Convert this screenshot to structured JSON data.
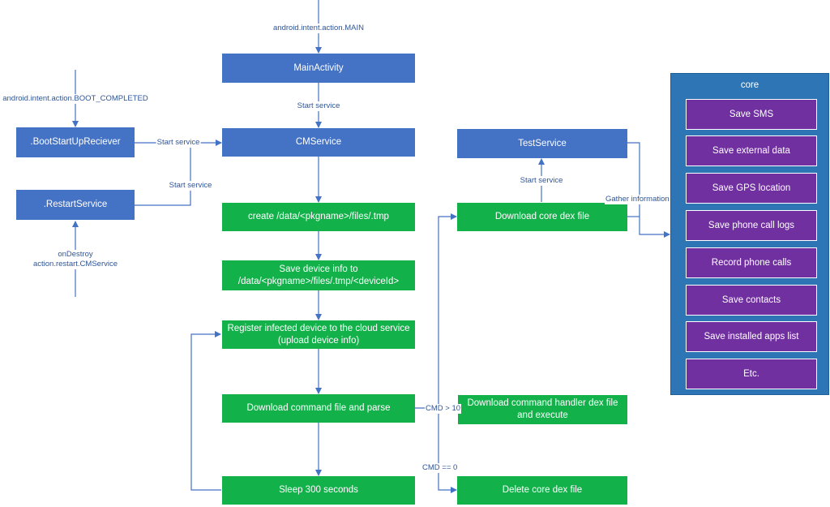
{
  "colors": {
    "blue_box": "#4472c4",
    "green_box": "#12b14a",
    "purple_box": "#7030a0",
    "core_panel": "#2e75b6",
    "arrow": "#4472c4",
    "label_text": "#2f5597"
  },
  "boxes": {
    "main_activity": "MainActivity",
    "cm_service": "CMService",
    "boot_receiver": ".BootStartUpReciever",
    "restart_service": ".RestartService",
    "create_tmp": "create /data/<pkgname>/files/.tmp",
    "save_device_info": "Save device info to /data/<pkgname>/files/.tmp/<deviceId>",
    "register_device": "Register infected device to the cloud service (upload device info)",
    "download_command": "Download command file and parse",
    "sleep": "Sleep 300 seconds",
    "test_service": "TestService",
    "download_core_dex": "Download core dex file",
    "download_handler_dex": "Download command handler dex file and execute",
    "delete_core_dex": "Delete core dex file"
  },
  "labels": {
    "intent_main": "android.intent.action.MAIN",
    "intent_boot": "android.intent.action.BOOT_COMPLETED",
    "start_service_1": "Start service",
    "start_service_2": "Start service",
    "start_service_3": "Start service",
    "start_service_4": "Start service",
    "on_destroy_line1": "onDestroy",
    "on_destroy_line2": "action.restart.CMService",
    "gather_information": "Gather information",
    "cmd_gt_10": "CMD > 10",
    "cmd_eq_0": "CMD == 0"
  },
  "core": {
    "title": "core",
    "items": [
      "Save SMS",
      "Save external data",
      "Save GPS location",
      "Save phone call logs",
      "Record phone calls",
      "Save contacts",
      "Save installed apps list",
      "Etc."
    ]
  }
}
